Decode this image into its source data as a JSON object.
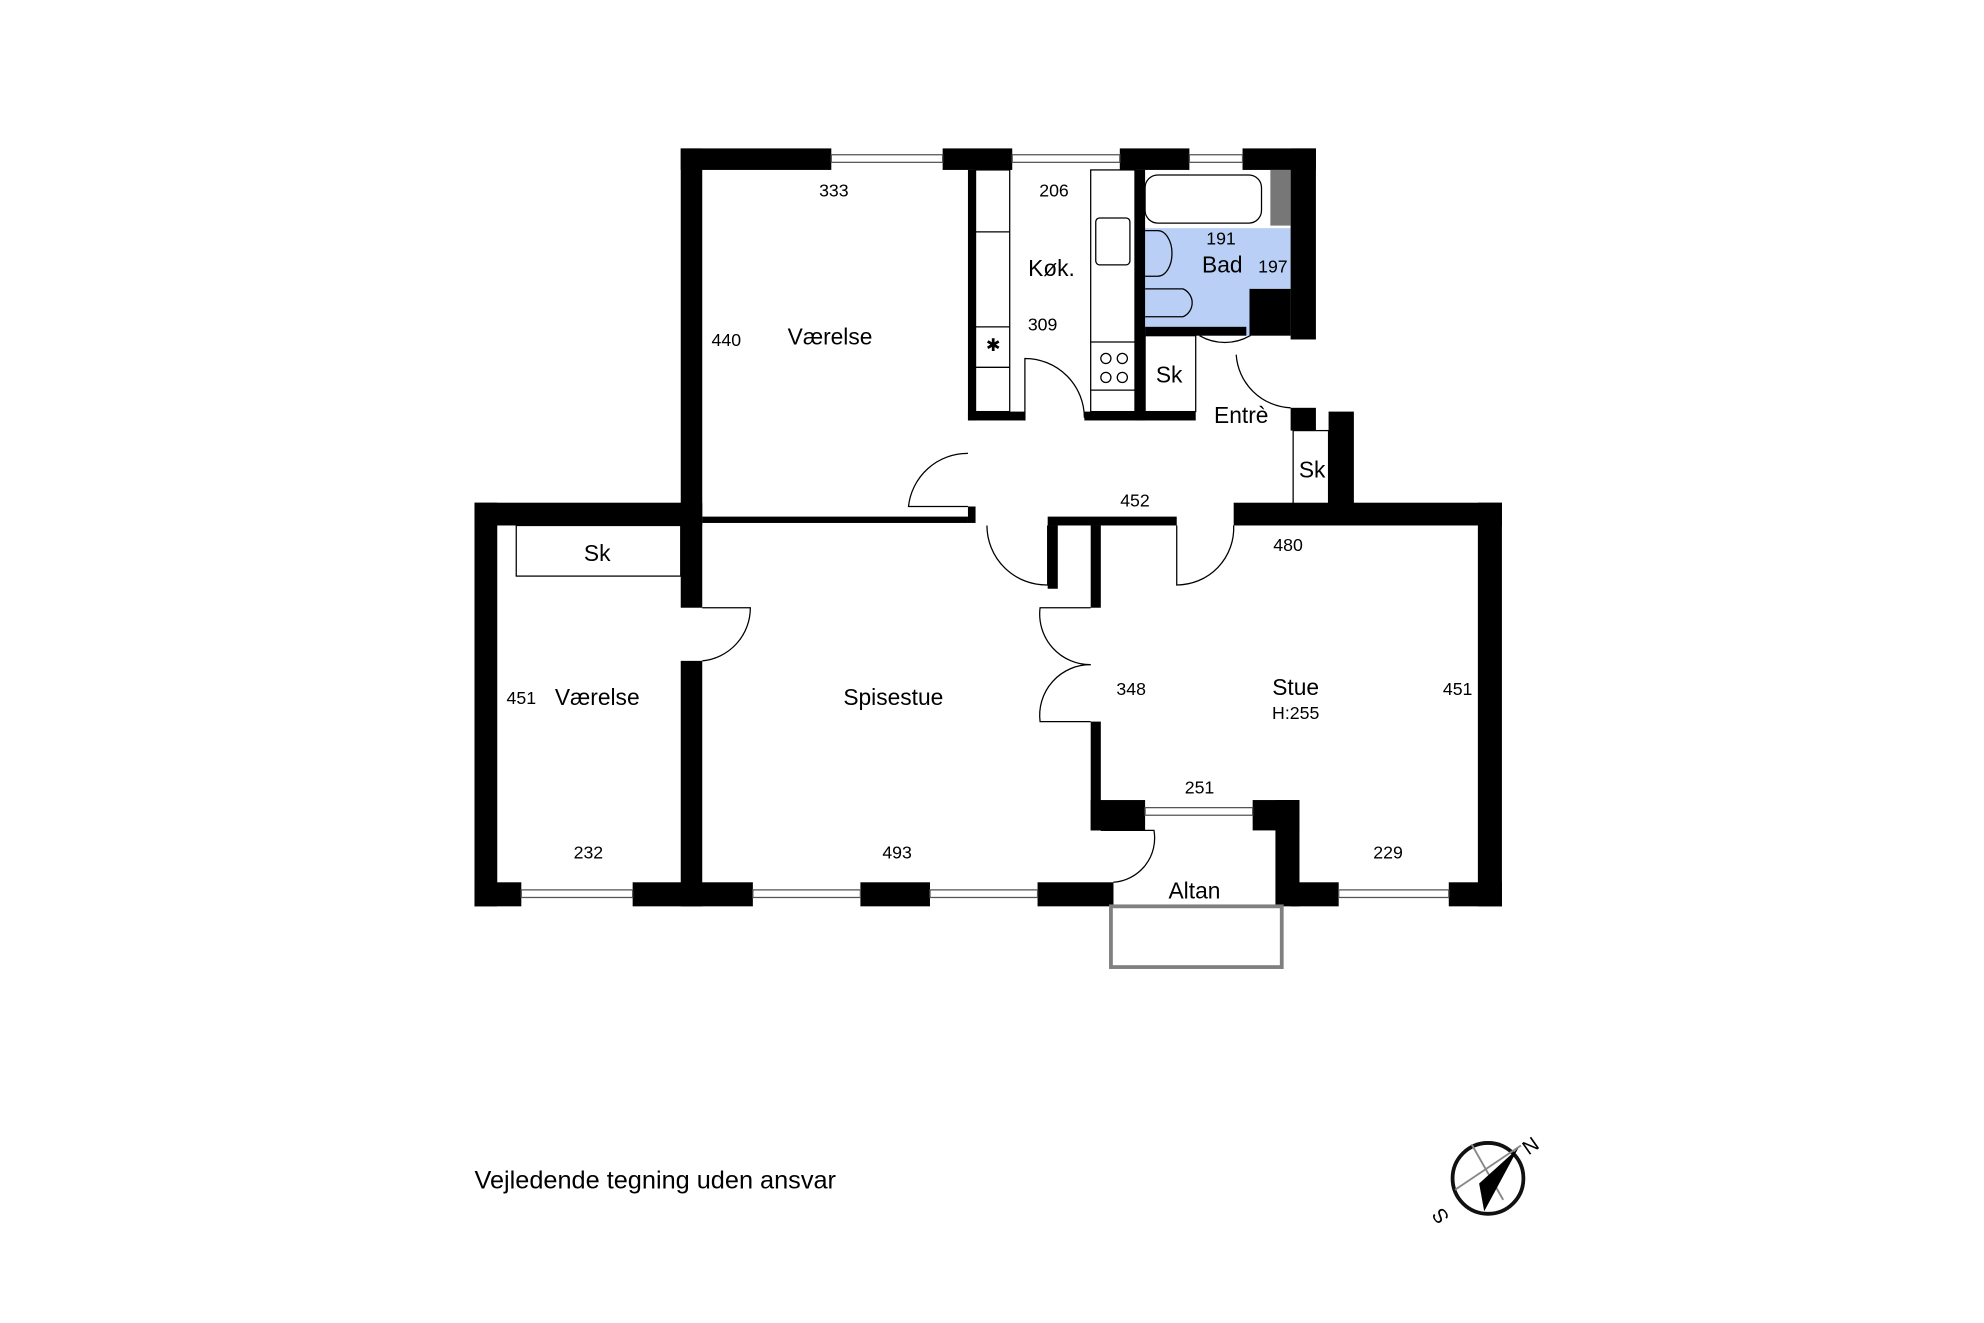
{
  "rooms": {
    "vaerelse_top": {
      "name": "Værelse",
      "dim1": "440",
      "dim2": "333"
    },
    "kokken": {
      "name": "Køk.",
      "dim1": "206",
      "dim2": "309"
    },
    "bad": {
      "name": "Bad",
      "dim1": "191",
      "dim2": "197"
    },
    "sk_bath": {
      "name": "Sk"
    },
    "entre": {
      "name": "Entrè",
      "dim": "452"
    },
    "sk_entre": {
      "name": "Sk"
    },
    "vaerelse_left": {
      "name": "Værelse",
      "dim1": "451",
      "dim2": "232"
    },
    "sk_left": {
      "name": "Sk"
    },
    "spisestue": {
      "name": "Spisestue",
      "dim": "493"
    },
    "stue": {
      "name": "Stue",
      "height": "H:255",
      "dim1": "480",
      "dim2": "451",
      "dim3": "348",
      "dim4": "251",
      "dim5": "229"
    },
    "altan": {
      "name": "Altan"
    }
  },
  "disclaimer": "Vejledende tegning uden ansvar",
  "compass": {
    "north": "N",
    "south": "S"
  },
  "colors": {
    "bath": "#b9cff5",
    "wall": "#000000",
    "altan": "#808080"
  }
}
